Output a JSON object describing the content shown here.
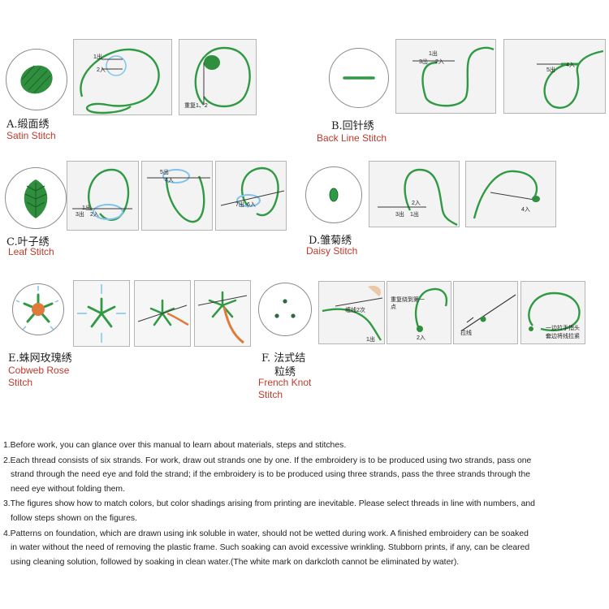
{
  "stitches": [
    {
      "id": "A",
      "cn": "A.缎面绣",
      "en": "Satin Stitch"
    },
    {
      "id": "B",
      "cn": "B.回针绣",
      "en": "Back Line Stitch"
    },
    {
      "id": "C",
      "cn": "C.叶子绣",
      "en": "Leaf Stitch"
    },
    {
      "id": "D",
      "cn": "D.雏菊绣",
      "en": "Daisy Stitch"
    },
    {
      "id": "E",
      "cn": "E.蛛网玫瑰绣",
      "en_lines": [
        "Cobweb Rose",
        "Stitch"
      ]
    },
    {
      "id": "F",
      "cn_lines": [
        "F. 法式结",
        "粒绣"
      ],
      "en_lines": [
        "French Knot",
        "Stitch"
      ]
    }
  ],
  "photo_labels": {
    "a1": [
      "1出",
      "2入"
    ],
    "a2": [
      "重复1、2"
    ],
    "b1": [
      "1出",
      "3出",
      "2入"
    ],
    "b2": [
      "5出",
      "4入"
    ],
    "c1": [
      "1出",
      "3出",
      "2入"
    ],
    "c2": [
      "5出",
      "4入"
    ],
    "c3": [
      "7出",
      "6入"
    ],
    "d1": [
      "2入",
      "3出",
      "1出"
    ],
    "d2": [
      "4入"
    ],
    "f1": [
      "1出",
      "缠线2次"
    ],
    "f2": [
      "2入",
      "重复绕到第一点"
    ],
    "f3": [
      "拉线"
    ],
    "f4": [
      "一边拉手指头套",
      "一边将线拉紧"
    ]
  },
  "instructions": [
    [
      "1.Before work, you can glance over this manual to learn about materials, steps and stitches."
    ],
    [
      "2.Each thread consists of six strands. For work, draw out strands one by one. If the embroidery is to be produced using two strands, pass one",
      "strand through the need eye and fold  the strand; if the embroidery is to be produced using three strands, pass the three strands through the",
      "need eye without folding them."
    ],
    [
      "3.The figures show how to match colors, but color shadings arising from printing are inevitable. Please select threads in line with numbers, and",
      "follow steps shown on the figures."
    ],
    [
      "4.Patterns on foundation, which are drawn using ink soluble in water, should not be wetted during work. A finished embroidery can be soaked",
      "in water without the need of removing the plastic frame. Such soaking can avoid excessive wrinkling. Stubborn prints, if any, can be cleared",
      "using cleaning solution, followed by soaking in clean water.(The white mark on darkcloth cannot be eliminated by water)."
    ]
  ],
  "colors": {
    "thread": "#2f9a43",
    "accent_red": "#c0392b",
    "loop_blue": "#7fc4ee",
    "needle": "#3a3a3a",
    "rose": "#e07a3a"
  }
}
